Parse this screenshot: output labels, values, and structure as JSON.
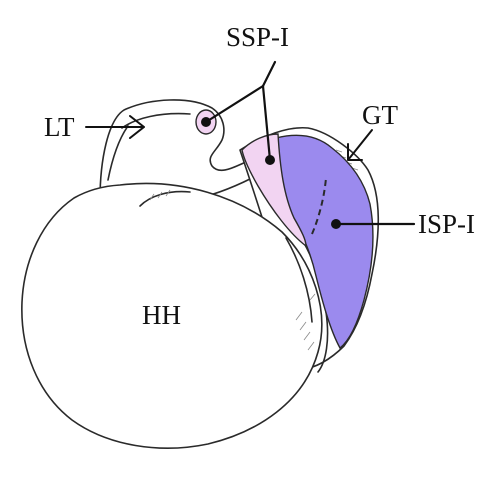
{
  "labels": {
    "ssp": "SSP-I",
    "lt": "LT",
    "gt": "GT",
    "isp": "ISP-I",
    "hh": "HH"
  },
  "colors": {
    "ssp_insertion": "#f2d4f2",
    "isp_insertion": "#9b8aee",
    "outline": "#2a2a2a",
    "bone": "#ffffff"
  }
}
